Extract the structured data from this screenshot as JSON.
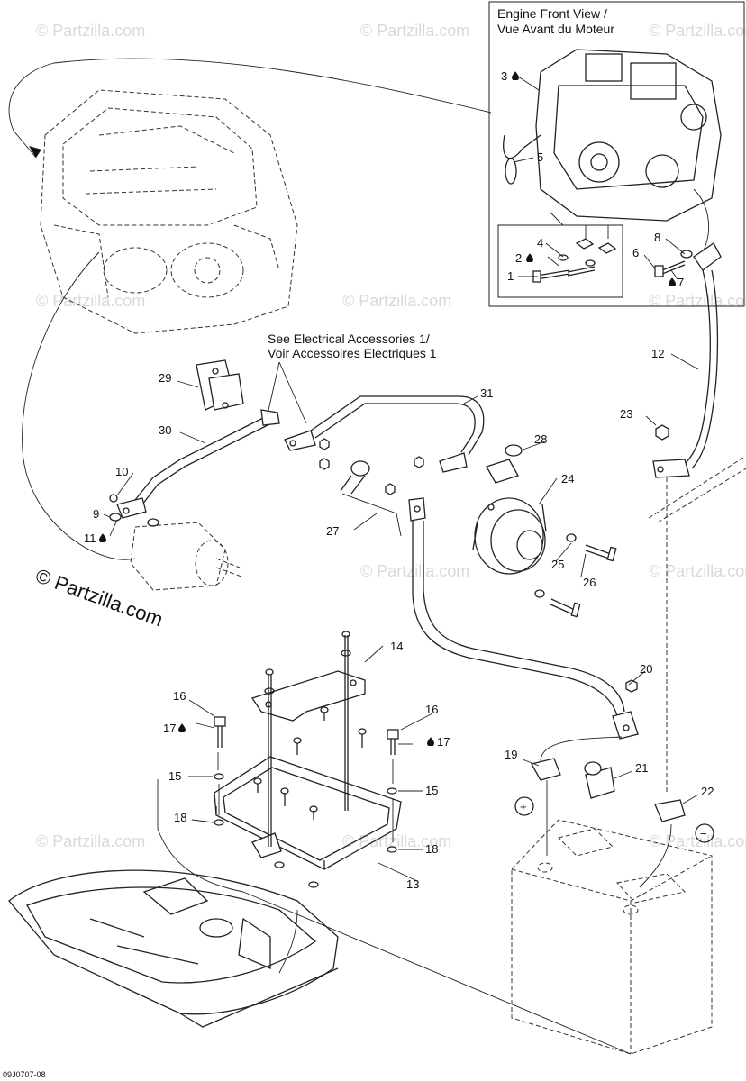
{
  "inset_title": {
    "line1": "Engine Front View /",
    "line2": "Vue Avant du Moteur"
  },
  "callout": {
    "line1": "See Electrical Accessories 1/",
    "line2": "Voir Accessoires Electriques 1"
  },
  "watermark": {
    "main": "© Partzilla.com",
    "tile": "© Partzilla.com"
  },
  "ref_code": "09J0707-08",
  "polarity": {
    "positive": "+",
    "negative": "−"
  },
  "labels": {
    "p1": "1",
    "p2": "2",
    "p3": "3",
    "p4": "4",
    "p5": "5",
    "p6": "6",
    "p7": "7",
    "p8": "8",
    "p9": "9",
    "p10": "10",
    "p11": "11",
    "p12": "12",
    "p13": "13",
    "p14": "14",
    "p15a": "15",
    "p15b": "15",
    "p16a": "16",
    "p16b": "16",
    "p17a": "17",
    "p17b": "17",
    "p18a": "18",
    "p18b": "18",
    "p19": "19",
    "p20": "20",
    "p21": "21",
    "p22": "22",
    "p23": "23",
    "p24": "24",
    "p25": "25",
    "p26": "26",
    "p27": "27",
    "p28": "28",
    "p29": "29",
    "p30": "30",
    "p31": "31"
  },
  "icons": {
    "loctite": "drop-icon"
  }
}
